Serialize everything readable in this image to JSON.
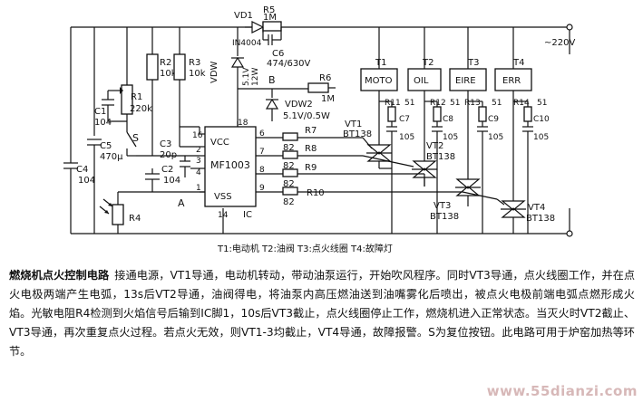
{
  "schematic": {
    "ic": {
      "name": "MF1003",
      "vcc": "VCC",
      "vss": "VSS",
      "ic_pin": "IC"
    },
    "pins": {
      "p1": "1",
      "p2": "2",
      "p3": "3",
      "p4": "4",
      "p6": "6",
      "p7": "7",
      "p8": "8",
      "p9": "9",
      "p14": "14",
      "p16": "16",
      "p18": "18"
    },
    "supply": "~220V",
    "node_a": "A",
    "node_b": "B",
    "vd1": "VD1",
    "vd1_part": "IN4004",
    "r5": "R5",
    "r5_val": "1M",
    "c6": "C6",
    "c6_val": "474/630V",
    "vdw": "VDW",
    "vdw_val": "5.1V",
    "vdw_val2": "12W",
    "r6": "R6",
    "r6_val": "1M",
    "vdw2": "VDW2",
    "vdw2_val": "5.1V/0.5W",
    "r1": "R1",
    "r1_val": "220k",
    "r2": "R2",
    "r2_val": "10k",
    "r3": "R3",
    "r3_val": "10k",
    "r4": "R4",
    "c1": "C1",
    "c1_val": "104",
    "c2": "C2",
    "c2_val": "104",
    "c3": "C3",
    "c3_val": "20p",
    "c4": "C4",
    "c4_val": "104",
    "c5": "C5",
    "c5_val": "470μ",
    "switch": "S",
    "r7": "R7",
    "r8": "R8",
    "r9": "R9",
    "r10": "R10",
    "r_gate_val": "82",
    "loads": [
      "MOTO",
      "OIL",
      "EIRE",
      "ERR"
    ],
    "load_tags": [
      "T1",
      "T2",
      "T3",
      "T4"
    ],
    "snubber_r": [
      "R11",
      "R12",
      "R13",
      "R14"
    ],
    "snubber_r_val": "51",
    "snubber_c": [
      "C7",
      "C8",
      "C9",
      "C10"
    ],
    "snubber_c_val": "105",
    "triacs": [
      "VT1",
      "VT2",
      "VT3",
      "VT4"
    ],
    "triac_part": "BT138",
    "legend": "T1:电动机 T2:油阀 T3:点火线圈 T4:故障灯"
  },
  "caption": {
    "title": "燃烧机点火控制电路",
    "body": "接通电源，VT1导通，电动机转动，带动油泵运行，开始吹风程序。同时VT3导通，点火线圈工作，并在点火电极两端产生电弧，13s后VT2导通，油阀得电，将油泵内高压燃油送到油嘴雾化后喷出，被点火电极前端电弧点燃形成火焰。光敏电阻R4检测到火焰信号后输到IC脚1，10s后VT3截止，点火线圈停止工作，燃烧机进入正常状态。当灭火时VT2截止、VT3导通，再次重复点火过程。若点火无效，则VT1-3均截止，VT4导通，故障报警。S为复位按钮。此电路可用于炉窑加热等环节。"
  },
  "watermark": "www.55dianzi.com"
}
